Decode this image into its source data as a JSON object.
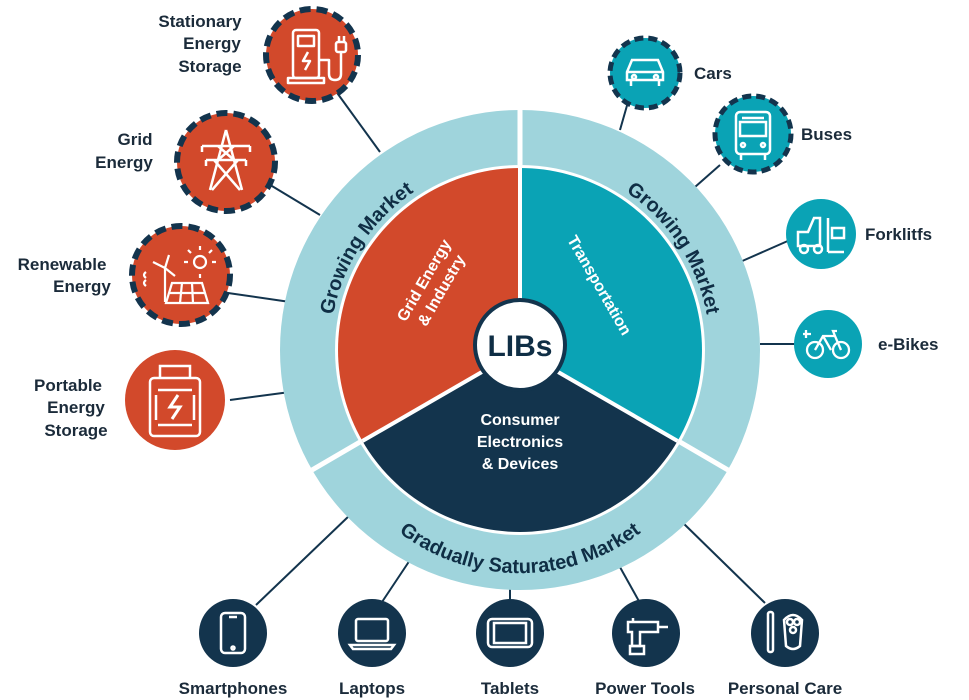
{
  "colors": {
    "orange": "#d2492b",
    "teal": "#0aa3b5",
    "navy": "#13344d",
    "ring": "#9fd4dc",
    "line": "#13344d"
  },
  "center": {
    "label": "LIBs"
  },
  "wedges": {
    "grid": {
      "line1": "Grid Energy",
      "line2": "& Industry"
    },
    "transport": {
      "line1": "Transportation"
    },
    "consumer": {
      "line1": "Consumer",
      "line2": "Electronics",
      "line3": "& Devices"
    }
  },
  "ring": {
    "left": "Growing Market",
    "right": "Growing Market",
    "bottom": "Gradually Saturated Market"
  },
  "left_items": [
    {
      "lines": [
        "Stationary",
        "Energy",
        "Storage"
      ],
      "icon": "charging-station-icon"
    },
    {
      "lines": [
        "Grid",
        "Energy"
      ],
      "icon": "power-tower-icon"
    },
    {
      "lines": [
        "Renewable",
        "Energy"
      ],
      "icon": "solar-wind-icon"
    },
    {
      "lines": [
        "Portable",
        "Energy",
        "Storage"
      ],
      "icon": "battery-pack-icon"
    }
  ],
  "right_items": [
    {
      "label": "Cars",
      "icon": "car-icon"
    },
    {
      "label": "Buses",
      "icon": "bus-icon"
    },
    {
      "label": "Forklitfs",
      "icon": "forklift-icon"
    },
    {
      "label": "e-Bikes",
      "icon": "ebike-icon"
    }
  ],
  "bottom_items": [
    {
      "label": "Smartphones",
      "icon": "smartphone-icon"
    },
    {
      "label": "Laptops",
      "icon": "laptop-icon"
    },
    {
      "label": "Tablets",
      "icon": "tablet-icon"
    },
    {
      "label": "Power Tools",
      "icon": "drill-icon"
    },
    {
      "label": "Personal Care",
      "icon": "shaver-icon"
    }
  ]
}
